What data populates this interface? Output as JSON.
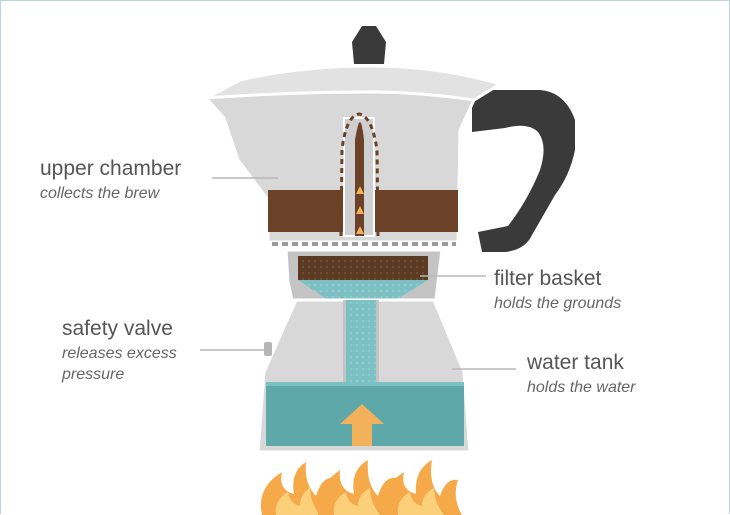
{
  "colors": {
    "metal": "#d8d8d8",
    "metal_light": "#e2e2e2",
    "metal_dark": "#c4c4c4",
    "outline": "#ffffff",
    "handle": "#3a3a3a",
    "coffee": "#6b4128",
    "grounds": "#5a3a22",
    "water": "#5fa8aa",
    "water_light": "#7cc0c4",
    "arrow": "#f2b15a",
    "flame": "#f6a949",
    "flame_light": "#fcd07b",
    "leader": "#b8b8b8",
    "text": "#555555"
  },
  "labels": {
    "upper_chamber": {
      "title": "upper chamber",
      "subtitle": "collects the brew"
    },
    "filter_basket": {
      "title": "filter basket",
      "subtitle": "holds the grounds"
    },
    "safety_valve": {
      "title": "safety valve",
      "subtitle_line1": "releases excess",
      "subtitle_line2": "pressure"
    },
    "water_tank": {
      "title": "water tank",
      "subtitle": "holds the water"
    }
  },
  "icons": {
    "pot": "moka-pot-icon",
    "flame": "flame-icon",
    "arrow": "up-arrow-icon"
  }
}
